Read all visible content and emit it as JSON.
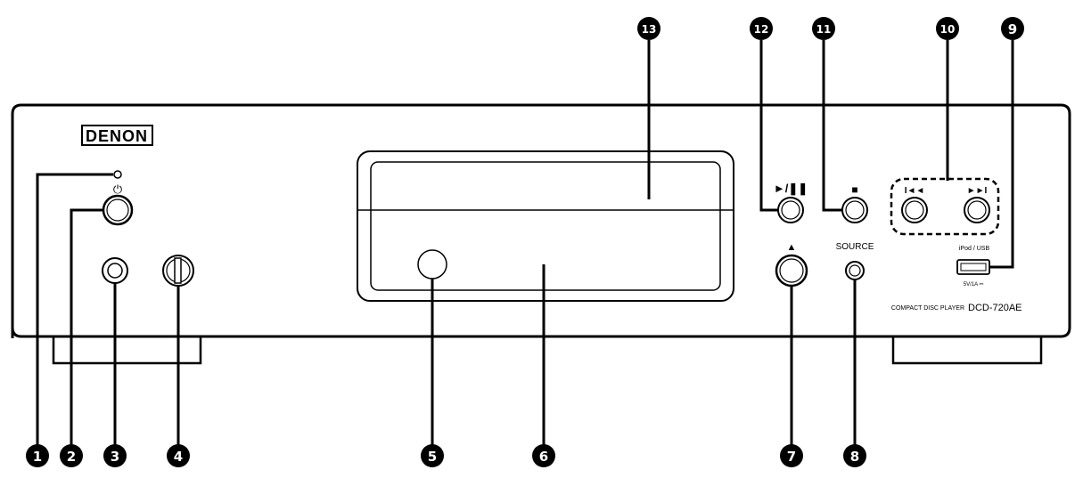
{
  "brand": "DENON",
  "model": {
    "prefix": "COMPACT DISC PLAYER",
    "name": "DCD-720AE"
  },
  "button_labels": {
    "power": "⏻",
    "play_pause": "►/❚❚",
    "stop": "■",
    "eject": "▲",
    "source": "SOURCE",
    "prev": "I◄◄",
    "next": "►►I",
    "ipod_usb": "iPod / USB",
    "usb_rating": "5V/1A ⎓"
  },
  "callouts": [
    "1",
    "2",
    "3",
    "4",
    "5",
    "6",
    "7",
    "8",
    "9",
    "10",
    "11",
    "12",
    "13"
  ]
}
